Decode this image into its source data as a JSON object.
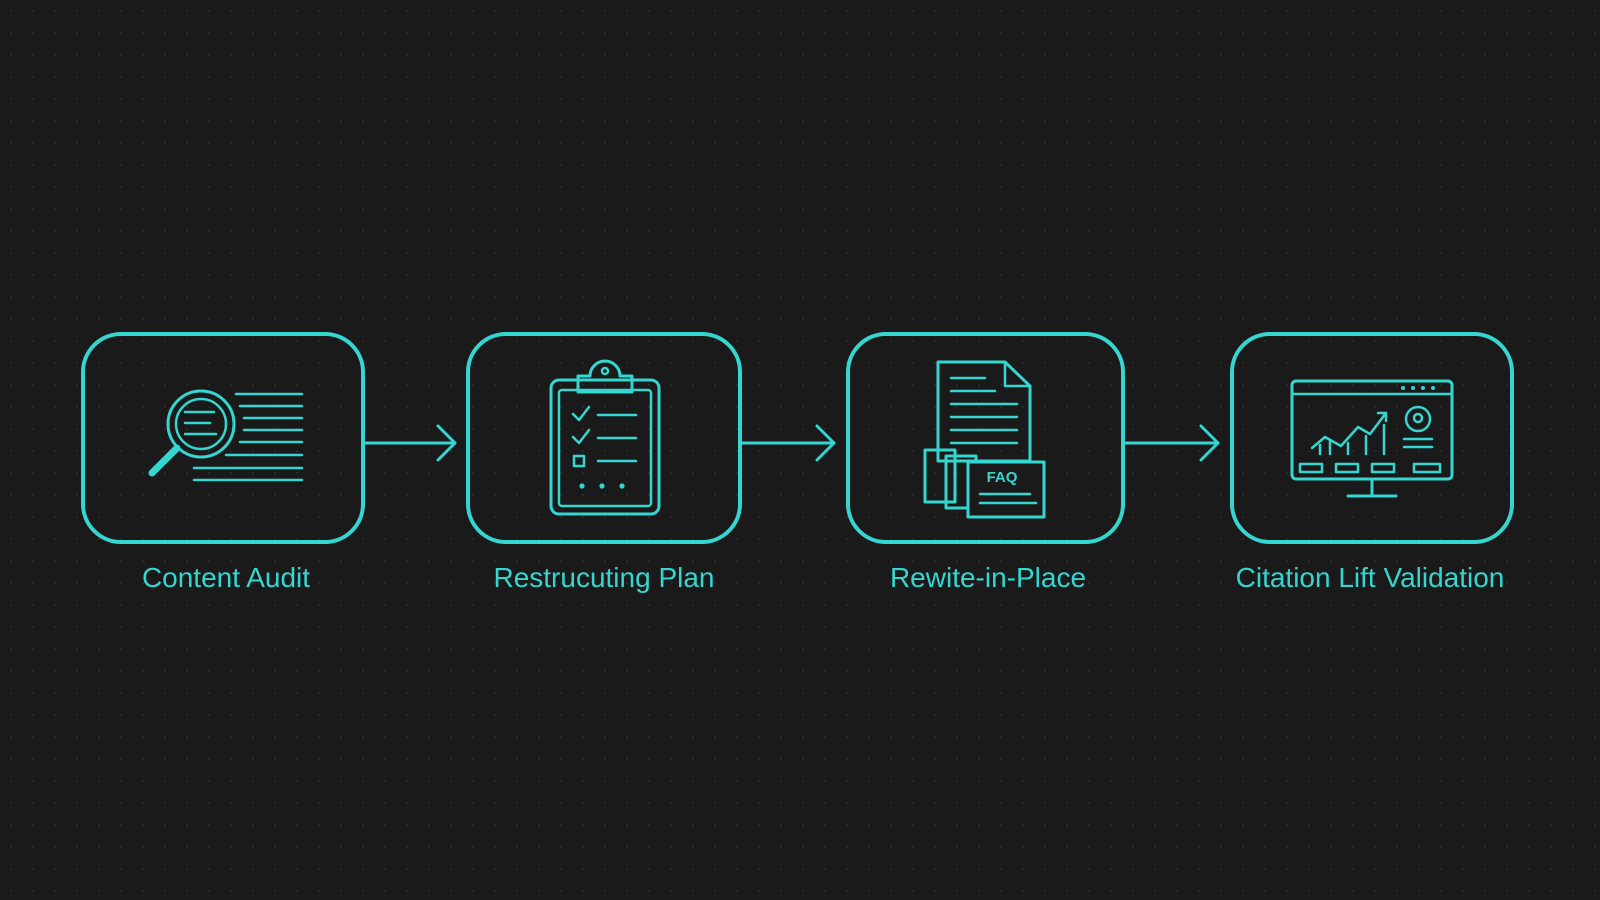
{
  "colors": {
    "background": "#1a1a1a",
    "accent": "#35d6d0"
  },
  "steps": [
    {
      "label": "Content Audit",
      "icon": "magnifier-document-icon"
    },
    {
      "label": "Restrucuting Plan",
      "icon": "clipboard-checklist-icon"
    },
    {
      "label": "Rewite-in-Place",
      "icon": "faq-documents-icon"
    },
    {
      "label": "Citation Lift Validation",
      "icon": "monitor-chart-icon"
    }
  ],
  "faq_tag": "FAQ"
}
